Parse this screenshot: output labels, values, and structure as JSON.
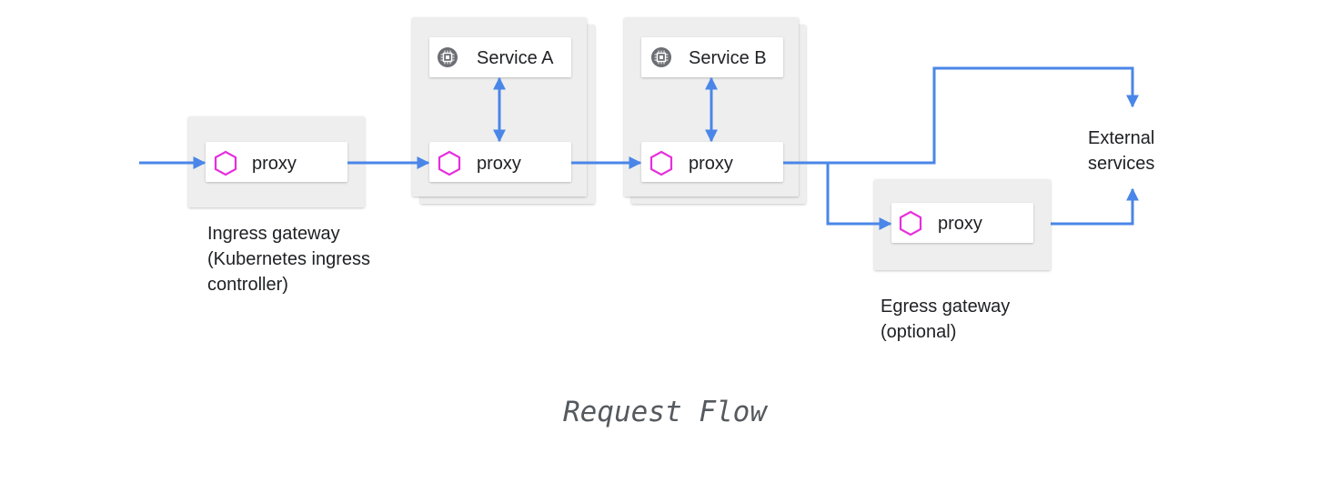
{
  "diagram": {
    "title": "Request Flow",
    "ingress": {
      "proxy_label": "proxy",
      "caption_lines": [
        "Ingress gateway",
        "(Kubernetes ingress",
        "controller)"
      ]
    },
    "service_a": {
      "service_label": "Service A",
      "proxy_label": "proxy"
    },
    "service_b": {
      "service_label": "Service B",
      "proxy_label": "proxy"
    },
    "egress": {
      "proxy_label": "proxy",
      "caption_lines": [
        "Egress gateway",
        "(optional)"
      ]
    },
    "external": {
      "label_lines": [
        "External",
        "services"
      ]
    },
    "colors": {
      "arrow": "#4a86e8",
      "proxy_icon": "#e62fdc",
      "chip_icon": "#6b6e72",
      "container_bg": "#eeeeee",
      "card_bg": "#ffffff",
      "text": "#202124",
      "title": "#555a5f"
    },
    "icons": {
      "proxy": "hexagon-icon",
      "service": "chip-icon"
    }
  }
}
